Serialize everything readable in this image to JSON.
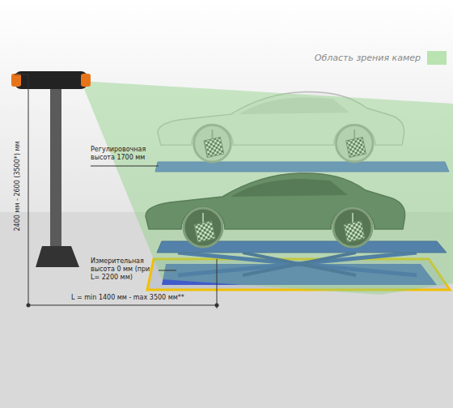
{
  "diagram": {
    "labels": [
      "2400 мм - 2600 (3500*) мм",
      "Регулировочная высота 1700 мм",
      "Измерительная высота 0 мм (при L= 2200 мм)",
      "L = min 1400 мм - max 3500 мм**"
    ],
    "legend": [
      {
        "text": "Область зрения камер",
        "color": "#b9e3b0"
      }
    ]
  }
}
